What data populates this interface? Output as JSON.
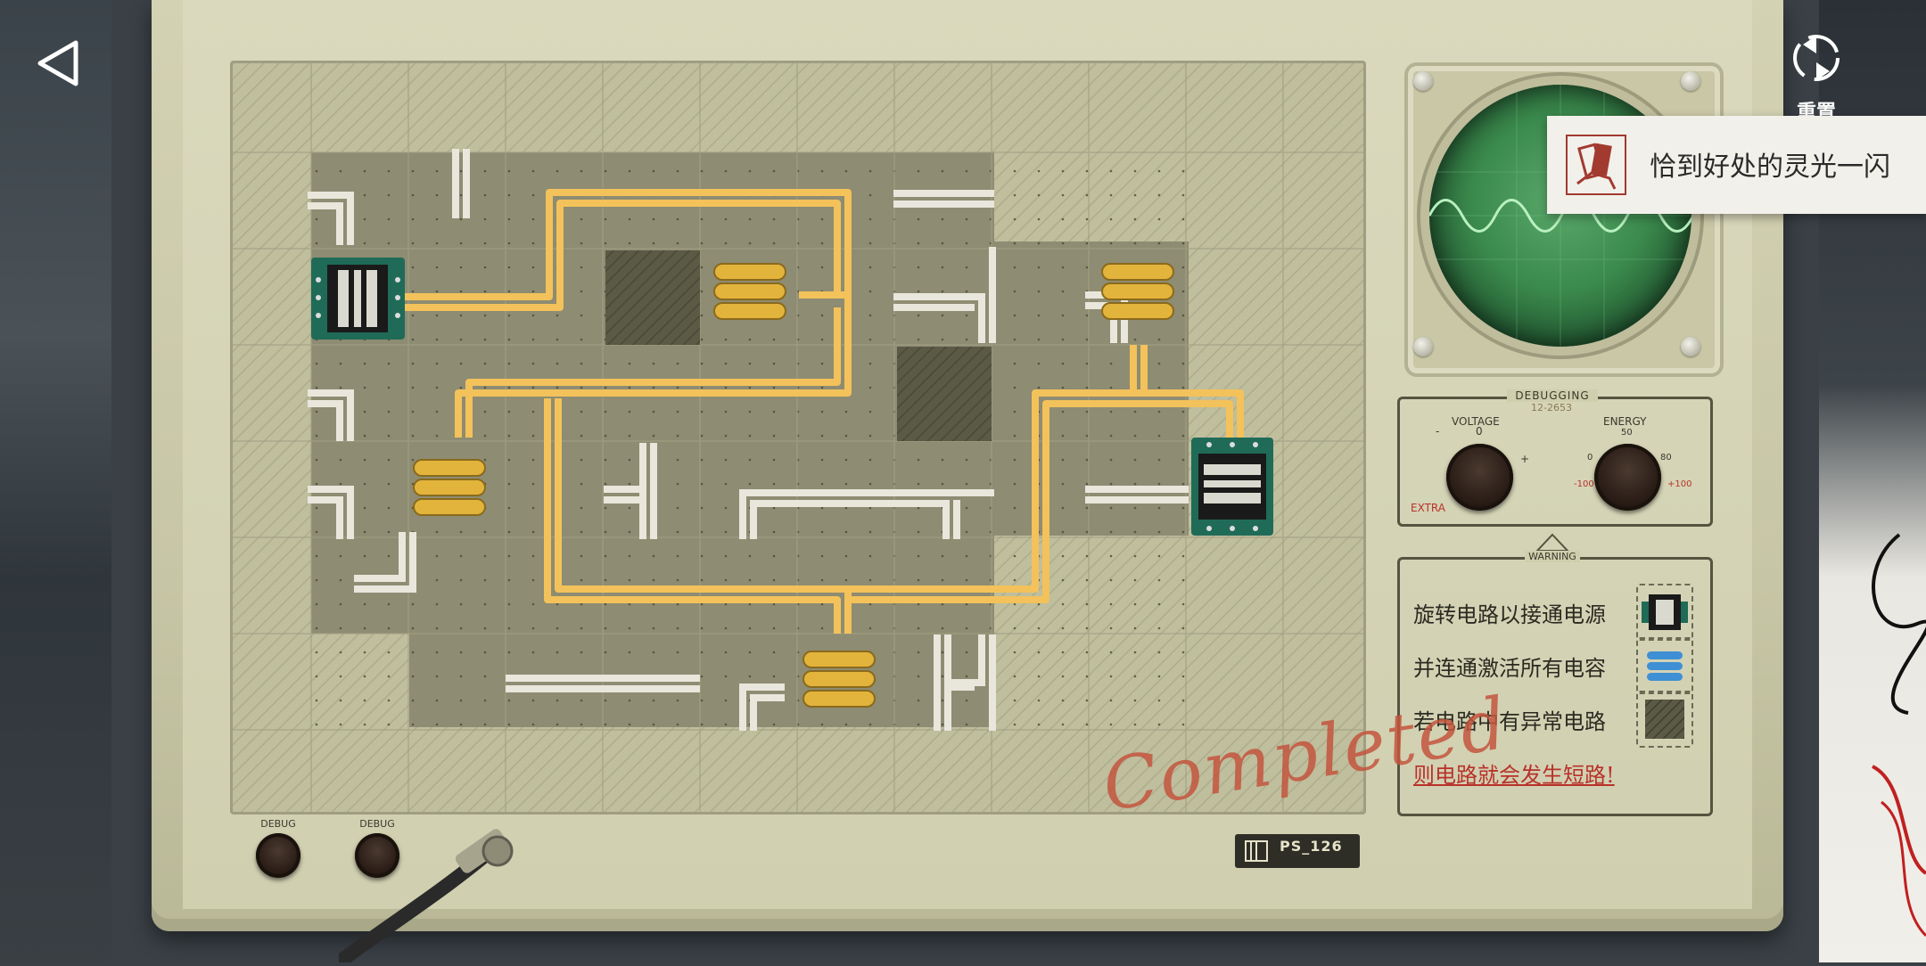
{
  "nav": {
    "back_icon": "back-triangle-icon"
  },
  "reset": {
    "label": "重置",
    "icon": "reset-cycle-icon"
  },
  "toast": {
    "text": "恰到好处的灵光一闪",
    "icon": "cards-hand-icon"
  },
  "debug_panel": {
    "title": "DEBUGGING",
    "code": "12-2653",
    "voltage_label": "VOLTAGE",
    "energy_label": "ENERGY",
    "extra_label": "EXTRA",
    "energy_scale": [
      "0",
      "50",
      "80",
      "-100",
      "+100"
    ],
    "voltage_scale": [
      "-",
      "0",
      "+"
    ]
  },
  "legend": {
    "warning_label": "WARNING",
    "rotate_text": "旋转电路以接通电源",
    "connect_text": "并连通激活所有电容",
    "abnormal_text": "若电路中有异常电路",
    "short_text": "则电路就会发生短路!"
  },
  "stamp": {
    "text": "Completed"
  },
  "plate": {
    "model": "PS_126"
  },
  "debug_knobs": {
    "left_label": "DEBUG",
    "right_label": "DEBUG"
  },
  "colors": {
    "wire_active": "#f3c25b",
    "wire_idle": "#e9e7dc",
    "board": "#8c8a6f",
    "scope": "#3b8a4d",
    "warning": "#b8322a"
  }
}
